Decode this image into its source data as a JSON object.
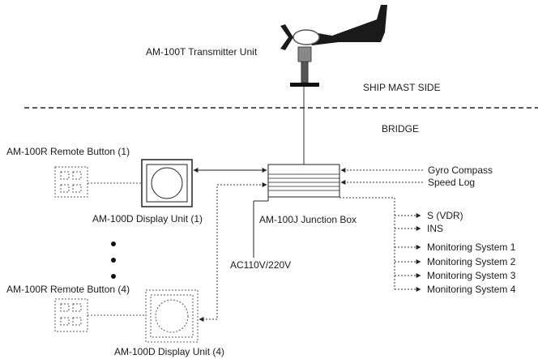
{
  "diagram": {
    "transmitter_label": "AM-100T Transmitter Unit",
    "ship_mast_side_label": "SHIP MAST SIDE",
    "bridge_label": "BRIDGE",
    "remote_button_1_label": "AM-100R Remote Button (1)",
    "display_unit_1_label": "AM-100D  Display Unit (1)",
    "junction_box_label": "AM-100J Junction Box",
    "power_label": "AC110V/220V",
    "remote_button_4_label": "AM-100R Remote Button (4)",
    "display_unit_4_label": "AM-100D  Display Unit (4)",
    "inputs": [
      "Gyro Compass",
      "Speed Log"
    ],
    "outputs": [
      "S (VDR)",
      "INS",
      "Monitoring System 1",
      "Monitoring System 2",
      "Monitoring System 3",
      "Monitoring System 4"
    ]
  }
}
